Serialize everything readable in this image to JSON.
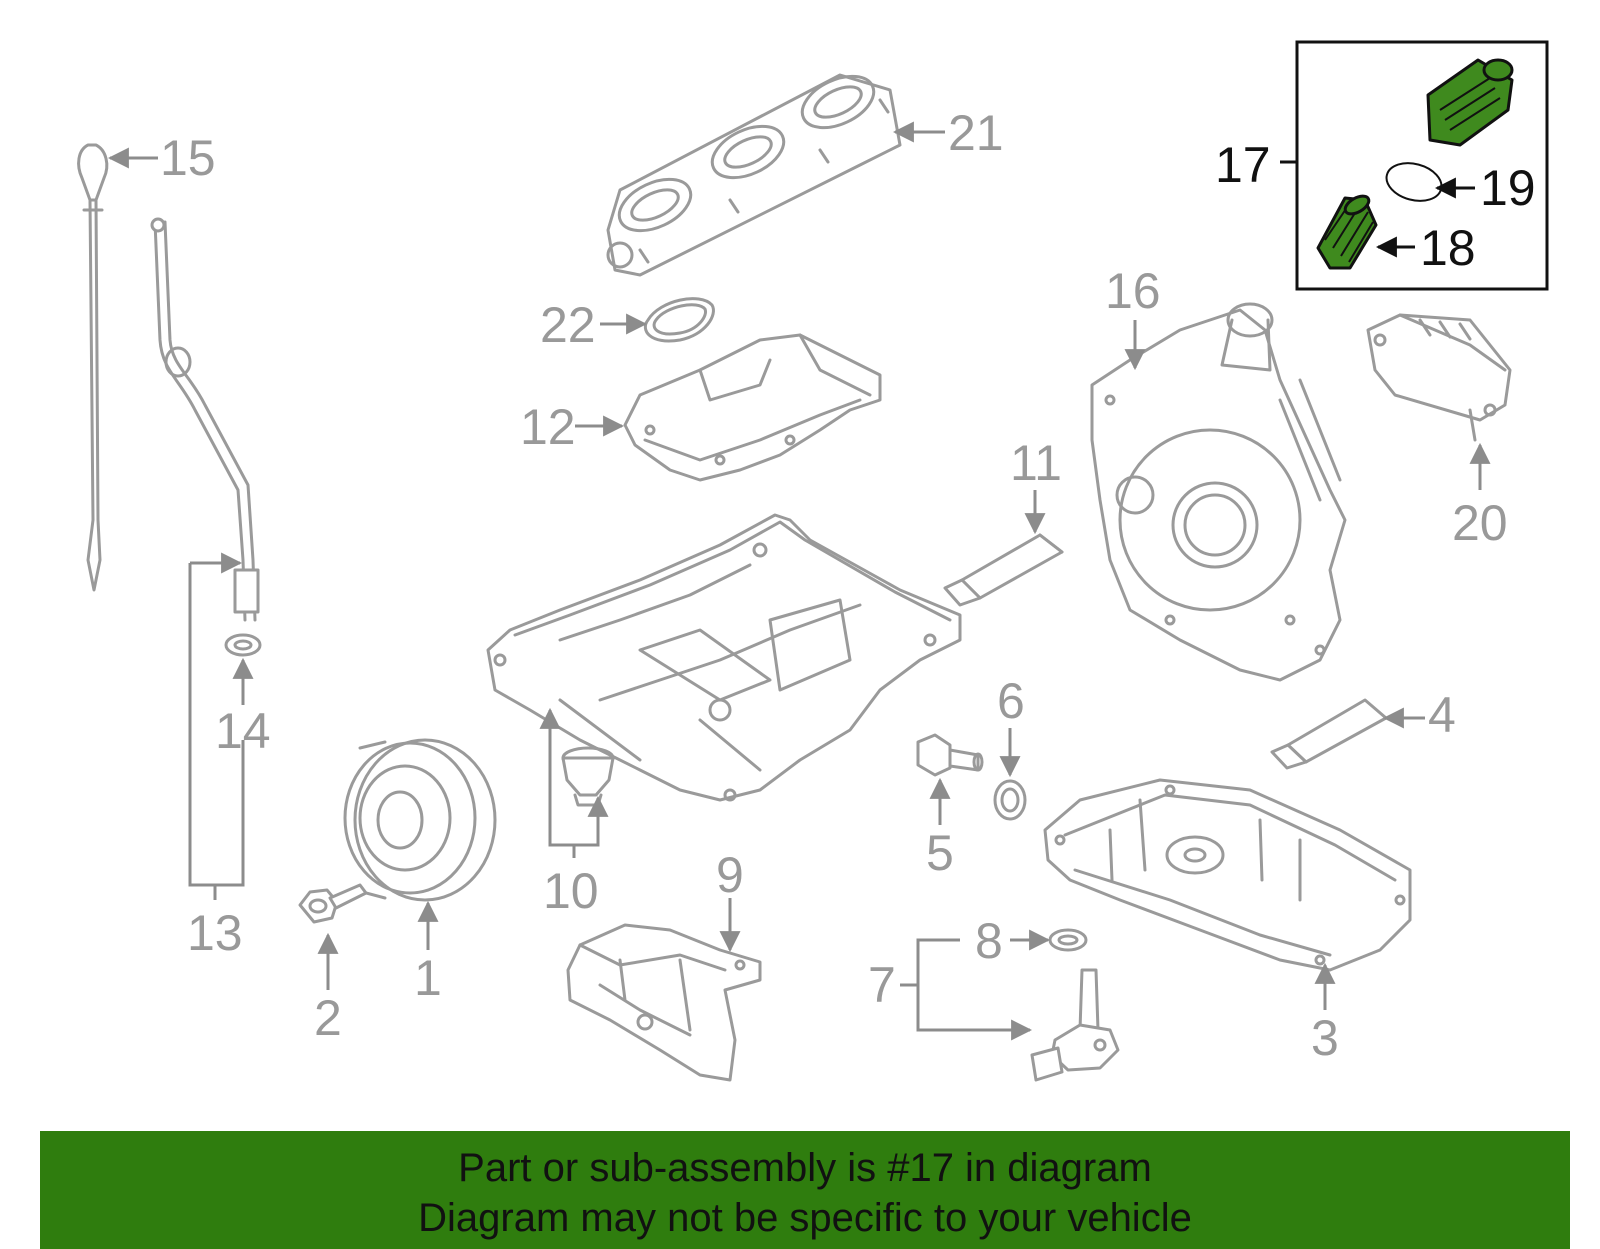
{
  "callouts": {
    "c1": "1",
    "c2": "2",
    "c3": "3",
    "c4": "4",
    "c5": "5",
    "c6": "6",
    "c7": "7",
    "c8": "8",
    "c9": "9",
    "c10": "10",
    "c11": "11",
    "c12": "12",
    "c13": "13",
    "c14": "14",
    "c15": "15",
    "c16": "16",
    "c17": "17",
    "c18": "18",
    "c19": "19",
    "c20": "20",
    "c21": "21",
    "c22": "22"
  },
  "highlight": {
    "color": "#3f8a1e",
    "part": "17"
  },
  "banner": {
    "line1": "Part or sub-assembly is #17 in diagram",
    "line2": "Diagram may not be specific to your vehicle",
    "color": "#2f7d0e"
  }
}
